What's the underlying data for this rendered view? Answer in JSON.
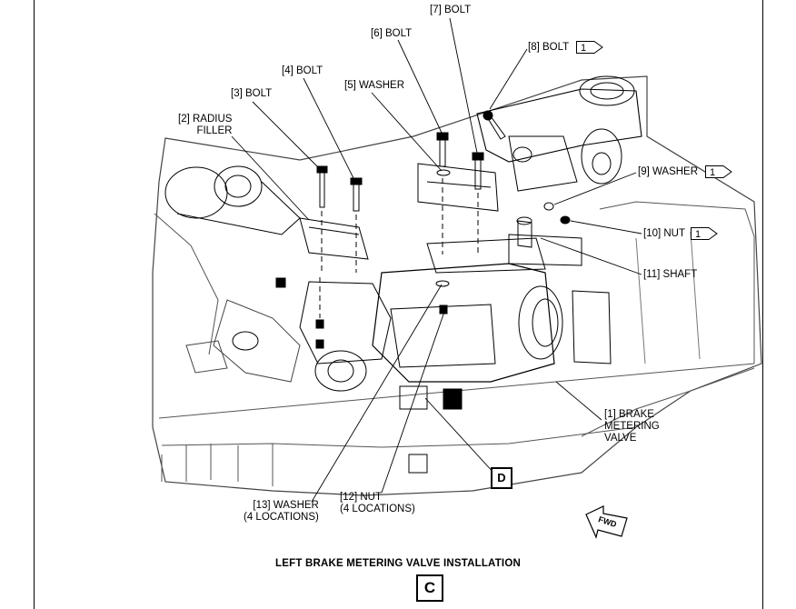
{
  "callouts": {
    "bolt7": "[7] BOLT",
    "bolt6": "[6] BOLT",
    "bolt8": "[8] BOLT",
    "bolt4": "[4] BOLT",
    "washer5": "[5] WASHER",
    "bolt3": "[3] BOLT",
    "radius_filler": "[2] RADIUS\nFILLER",
    "washer9": "[9] WASHER",
    "nut10": "[10] NUT",
    "shaft11": "[11] SHAFT",
    "valve1": "[1] BRAKE\nMETERING\nVALVE",
    "nut12": "[12] NUT\n(4 LOCATIONS)",
    "washer13": "[13] WASHER\n(4 LOCATIONS)"
  },
  "flag_number": "1",
  "view_marker_d": "D",
  "fwd_arrow": "FWD",
  "figure_title": "LEFT BRAKE METERING VALVE INSTALLATION",
  "view_letter": "C"
}
